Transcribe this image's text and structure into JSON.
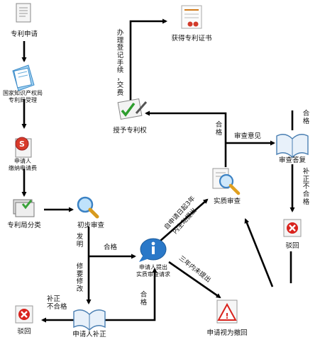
{
  "nodes": {
    "apply": "专利申请",
    "accept_line1": "国家知识产权局",
    "accept_line2": "专利局受理",
    "fee_line1": "申请人",
    "fee_line2": "缴纳申请费",
    "classify": "专利局分类",
    "prelim": "初步审查",
    "request_line1": "申请人提出",
    "request_line2": "实质审查请求",
    "substantive": "实质审查",
    "reply": "审查答复",
    "grant": "授予专利权",
    "certificate": "获得专利证书",
    "reject_right": "驳回",
    "reject_left": "驳回",
    "correct": "申请人补正",
    "withdrawn": "申请视为撤回"
  },
  "edges": {
    "invent": "发明",
    "pass_prelim": "合格",
    "modify": "修要修改",
    "correct_fail_line1": "补正",
    "correct_fail_line2": "不合格",
    "correct_pass": "合格",
    "within3_line1": "自申请日起3年",
    "within3_line2": "内主动提出",
    "not_within3": "三年内未提出",
    "pass_substantive": "合格",
    "opinion": "审查意见",
    "pass_reply": "合格",
    "correct_fail_right": "补正不合格",
    "register": "办理登记手续，交费"
  },
  "icons": {
    "apply": "document-icon",
    "accept": "stamped-form-icon",
    "fee": "payment-icon",
    "classify": "folder-check-icon",
    "prelim": "magnifier-icon",
    "request": "info-bubble-icon",
    "substantive": "magnifier-document-icon",
    "reply": "open-book-icon",
    "grant": "signed-document-icon",
    "certificate": "certificate-icon",
    "reject": "red-x-icon",
    "correct": "open-book-icon",
    "withdrawn": "warning-icon"
  },
  "colors": {
    "arrow": "#000000",
    "reject": "#d9231d",
    "info": "#2a78c8",
    "magnifier": "#4a90d9"
  }
}
